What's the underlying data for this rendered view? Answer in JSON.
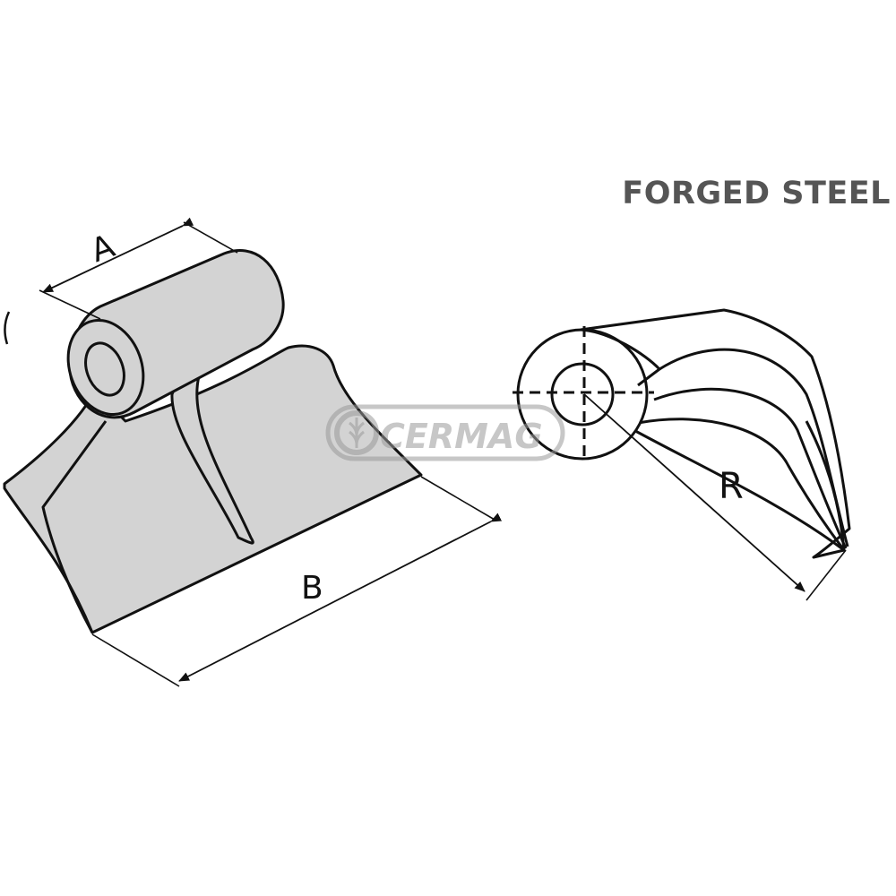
{
  "title": "FORGED STEEL",
  "dimensions": {
    "a": "A",
    "b": "B",
    "r": "R"
  },
  "watermark": {
    "brand": "CERMAG",
    "icon": "wheat-gear-logo-icon"
  },
  "colors": {
    "body_fill": "#d3d3d3",
    "outline": "#111111",
    "title_text": "#555555",
    "watermark": "#9a9a9a"
  }
}
